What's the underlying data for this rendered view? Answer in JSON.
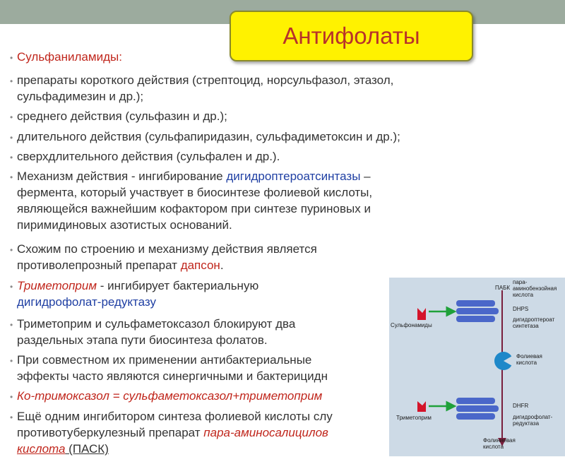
{
  "title": "Антифолаты",
  "lines": {
    "l1": "Сульфаниламиды:",
    "l2": "препараты короткого действия (стрептоцид, норсульфазол, этазол,",
    "l3": "сульфадимезин и др.);",
    "l4": "среднего действия (сульфазин и др.);",
    "l5": "длительного действия (сульфапиридазин, сульфадиметоксин и др.);",
    "l6": "сверхдлительного действия (сульфален и др.).",
    "l7a": "Механизм действия - ингибирование ",
    "l7b": "дигидроптероатсинтазы",
    "l7c": " –",
    "l8": "фермента, который участвует в биосинтезе фолиевой кислоты,",
    "l9": "являющейся важнейшим кофактором при синтезе пуриновых и",
    "l10": "пиримидиновых азотистых оснований.",
    "l11": "Схожим по строению и механизму действия является",
    "l12a": "противолепрозный препарат ",
    "l12b": "дапсон",
    "l12c": ".",
    "l13a": "Триметоприм",
    "l13b": " - ингибирует бактериальную",
    "l14": "дигидрофолат-редуктазу",
    "l15": "Триметоприм и сульфаметоксазол блокируют два",
    "l16": "раздельных этапа пути биосинтеза фолатов.",
    "l17": "При совместном их применении антибактериальные",
    "l18": "эффекты часто являются синергичными и бактерицидн",
    "l19": "Ко-тримоксазол = сульфаметоксазол+триметоприм",
    "l20": "Ещё одним ингибитором синтеза фолиевой кислоты слу",
    "l21a": "противотуберкулезный препарат ",
    "l21b": "пара-аминосалицилов",
    "l22a": "кислота",
    "l22b": " (ПАСК)"
  },
  "diagram": {
    "pabk": "ПАБК",
    "para1": "пара-",
    "para2": "аминобензойная",
    "para3": "кислота",
    "dhps": "DHPS",
    "dhps_name1": "дигидроптероат",
    "dhps_name2": "синтетаза",
    "sulfonamides": "Сульфонамиды",
    "folic1": "Фолиевая",
    "folic2": "кислота",
    "dhfr": "DHFR",
    "dhfr_name1": "дигидрофолат-",
    "dhfr_name2": "редуктаза",
    "trimethoprim": "Триметоприм",
    "folinic1": "Фолиниевая",
    "folinic2": "кислота"
  },
  "colors": {
    "header_bar": "#9cab9e",
    "title_bg": "#fff200",
    "title_text": "#b8322a",
    "highlight_blue": "#1f3fa3",
    "highlight_red": "#c0261c",
    "enzyme_blue": "#4a67c9",
    "inhibitor_red": "#d4142a",
    "arrow_green": "#1fa13a",
    "pathway_arrow": "#7a1f3d"
  }
}
